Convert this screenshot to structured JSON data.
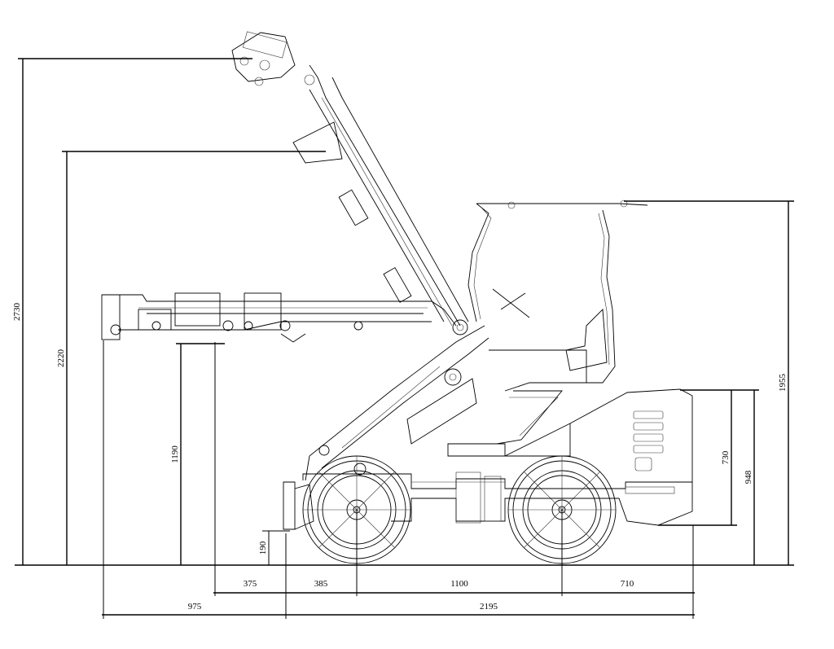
{
  "drawing": {
    "subject": "wheel-loader-side-elevation",
    "dimensions": {
      "max_pin_height": "2730",
      "lift_height": "2220",
      "overall_height": "1955",
      "forward_reach_height": "1190",
      "hood_height": "948",
      "rear_height": "730",
      "bucket_floor_height": "190",
      "reach_offset": "375",
      "front_overhang": "385",
      "wheelbase": "1100",
      "rear_overhang": "710",
      "reach_extension": "975",
      "body_length": "2195"
    }
  }
}
